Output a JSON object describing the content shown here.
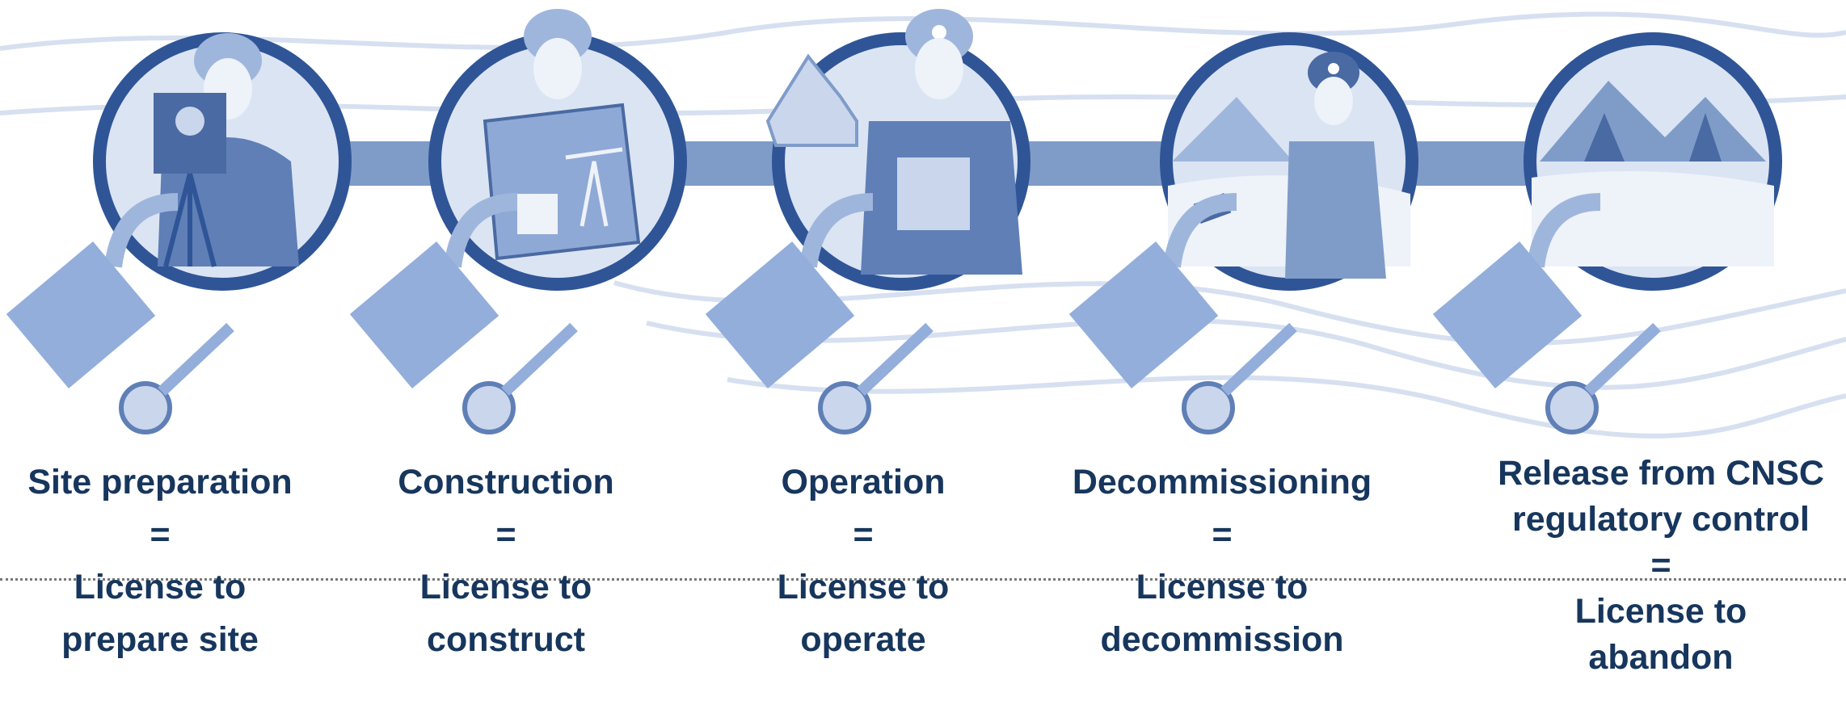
{
  "colors": {
    "title_text": "#17365d",
    "ring": "#2f5597",
    "band": "#7f9cc9",
    "illustration_fill": "#c9d6ec",
    "lock": "#93aedb",
    "divider": "#777777"
  },
  "stages": [
    {
      "name": "Site preparation",
      "equals": "=",
      "license": [
        "License to",
        "prepare site"
      ],
      "icon": "surveyor-icon"
    },
    {
      "name": "Construction",
      "equals": "=",
      "license": [
        "License to",
        "construct"
      ],
      "icon": "blueprint-worker-icon"
    },
    {
      "name": "Operation",
      "equals": "=",
      "license": [
        "License to",
        "operate"
      ],
      "icon": "operator-icon"
    },
    {
      "name": "Decommissioning",
      "equals": "=",
      "license": [
        "License to",
        "decommission"
      ],
      "icon": "decommissioning-worker-icon"
    },
    {
      "name": "Release from CNSC regulatory control",
      "name_lines": [
        "Release from CNSC",
        "regulatory control"
      ],
      "equals": "=",
      "license": [
        "License to",
        "abandon"
      ],
      "icon": "restored-landscape-icon"
    }
  ]
}
